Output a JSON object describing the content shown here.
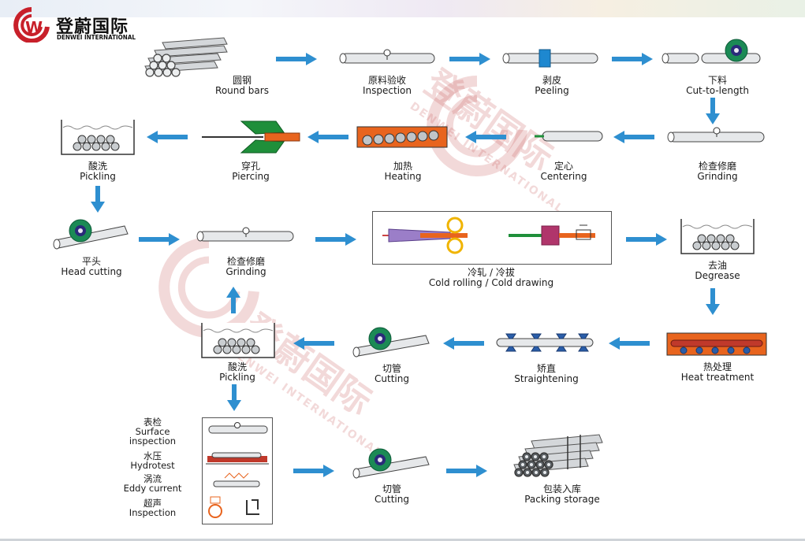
{
  "brand": {
    "name_cn": "登蔚国际",
    "name_en": "DENWEI INTERNATIONAL"
  },
  "watermark": {
    "name_cn": "登蔚国际",
    "name_en": "DENWEI INTERNATIONAL"
  },
  "steps": [
    {
      "id": "round-bars",
      "cn": "圆钢",
      "en": "Round bars"
    },
    {
      "id": "inspection",
      "cn": "原料验收",
      "en": "Inspection"
    },
    {
      "id": "peeling",
      "cn": "剥皮",
      "en": "Peeling"
    },
    {
      "id": "cut-to-length",
      "cn": "下料",
      "en": "Cut-to-length"
    },
    {
      "id": "grinding-1",
      "cn": "检查修磨",
      "en": "Grinding"
    },
    {
      "id": "centering",
      "cn": "定心",
      "en": "Centering"
    },
    {
      "id": "heating",
      "cn": "加热",
      "en": "Heating"
    },
    {
      "id": "piercing",
      "cn": "穿孔",
      "en": "Piercing"
    },
    {
      "id": "pickling-1",
      "cn": "酸洗",
      "en": "Pickling"
    },
    {
      "id": "head-cutting",
      "cn": "平头",
      "en": "Head cutting"
    },
    {
      "id": "grinding-2",
      "cn": "检查修磨",
      "en": "Grinding"
    },
    {
      "id": "cold-rolling",
      "cn": "冷轧 / 冷拔",
      "en": "Cold rolling / Cold drawing"
    },
    {
      "id": "degrease",
      "cn": "去油",
      "en": "Degrease"
    },
    {
      "id": "heat-treatment",
      "cn": "热处理",
      "en": "Heat treatment"
    },
    {
      "id": "straightening",
      "cn": "矫直",
      "en": "Straightening"
    },
    {
      "id": "cutting-1",
      "cn": "切管",
      "en": "Cutting"
    },
    {
      "id": "pickling-2",
      "cn": "酸洗",
      "en": "Pickling"
    },
    {
      "id": "cutting-2",
      "cn": "切管",
      "en": "Cutting"
    },
    {
      "id": "packing",
      "cn": "包装入库",
      "en": "Packing storage"
    }
  ],
  "quality_checks": [
    {
      "id": "surface",
      "cn": "表检",
      "en": "Surface inspection"
    },
    {
      "id": "hydrotest",
      "cn": "水压",
      "en": "Hydrotest"
    },
    {
      "id": "eddy",
      "cn": "涡流",
      "en": "Eddy current"
    },
    {
      "id": "ultrasonic",
      "cn": "超声",
      "en": "Inspection"
    }
  ],
  "colors": {
    "arrow": "#2e8fd0",
    "orange": "#e8641e",
    "green": "#1f8f3a",
    "teal": "#0f8a80",
    "purple": "#2a2a7a",
    "steel": "#cfd3d6"
  }
}
